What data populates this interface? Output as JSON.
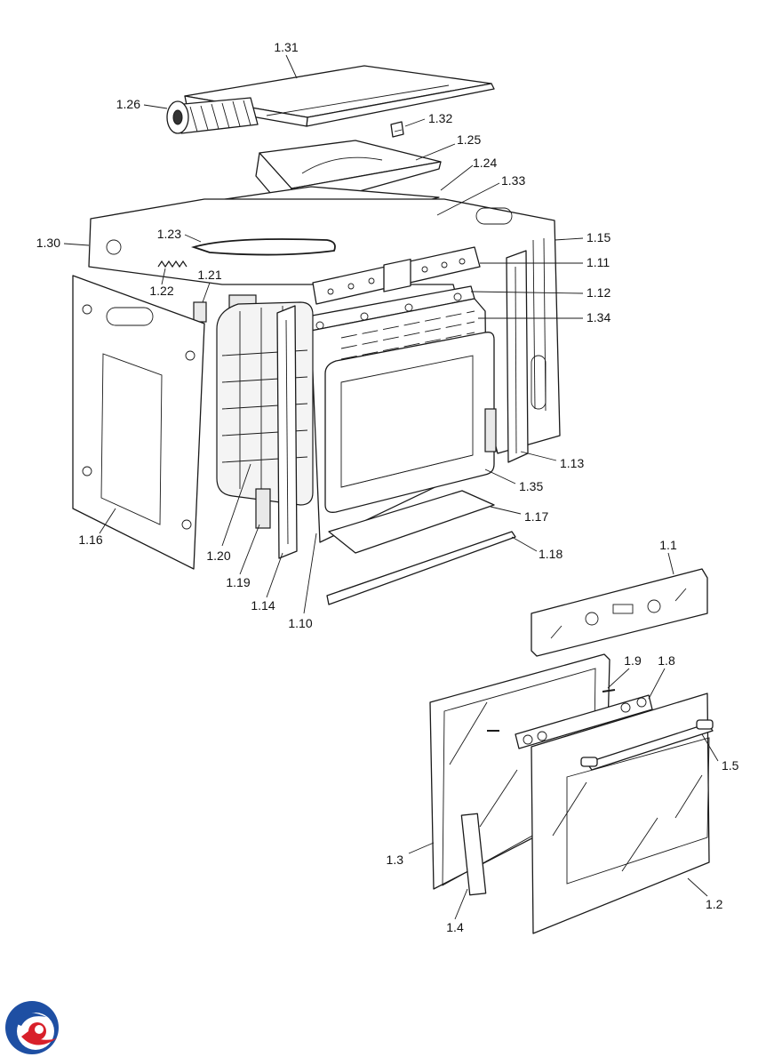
{
  "callouts": {
    "c131": "1.31",
    "c126": "1.26",
    "c132": "1.32",
    "c125": "1.25",
    "c124": "1.24",
    "c133": "1.33",
    "c130": "1.30",
    "c123": "1.23",
    "c115": "1.15",
    "c111": "1.11",
    "c121": "1.21",
    "c122": "1.22",
    "c112": "1.12",
    "c134": "1.34",
    "c113": "1.13",
    "c135": "1.35",
    "c117": "1.17",
    "c116": "1.16",
    "c118": "1.18",
    "c120": "1.20",
    "c119": "1.19",
    "c114": "1.14",
    "c110": "1.10",
    "c11": "1.1",
    "c19": "1.9",
    "c18": "1.8",
    "c15": "1.5",
    "c13": "1.3",
    "c12": "1.2",
    "c14": "1.4"
  },
  "colors": {
    "line": "#1a1a1a",
    "logo_blue": "#1e4fa3",
    "logo_red": "#d8202a"
  },
  "logo": {
    "icon": "brand-swirl-logo-icon"
  }
}
